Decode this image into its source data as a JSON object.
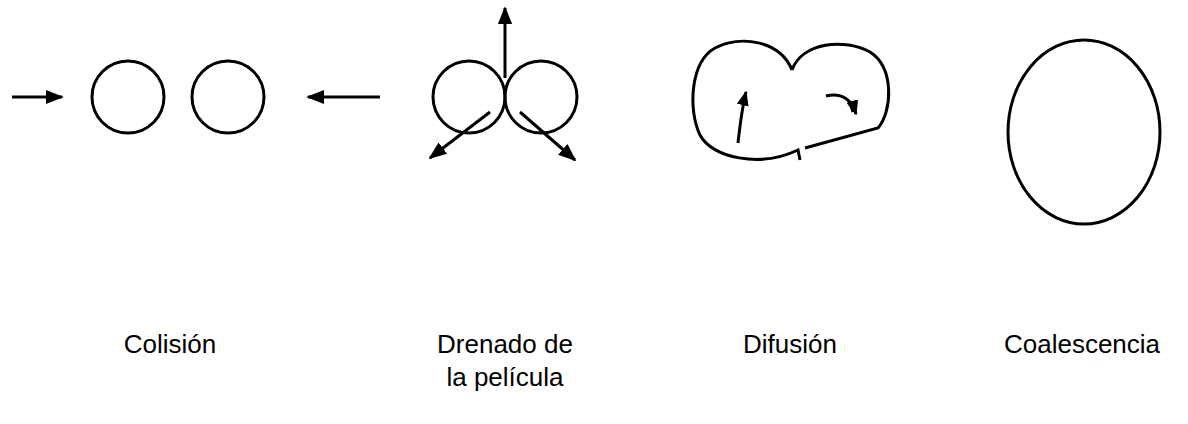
{
  "diagram": {
    "labels": [
      "Colisión",
      "Drenado de la película",
      "Difusión",
      "Coalescencia"
    ]
  }
}
